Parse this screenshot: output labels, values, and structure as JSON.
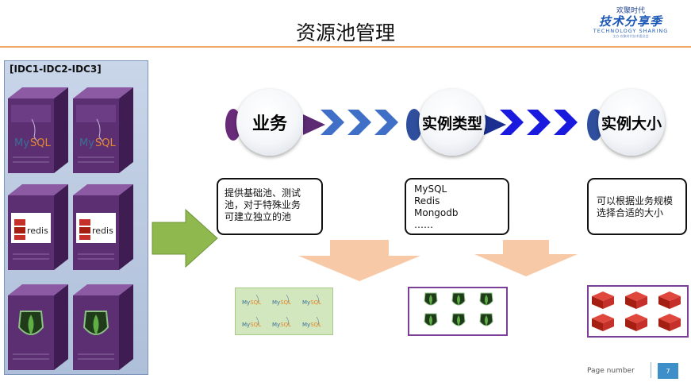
{
  "slide": {
    "title": "资源池管理",
    "page_label": "Page number",
    "page_number": "7"
  },
  "logo": {
    "line1": "欢聚时代",
    "line2": "技术分享季",
    "line3": "TECHNOLOGY SHARING",
    "line4": "主办 欢聚时代技术委员会"
  },
  "pool": {
    "label": "[IDC1-IDC2-IDC3]",
    "servers": [
      "MySQL",
      "MySQL",
      "redis",
      "redis",
      "mongodb",
      "mongodb"
    ]
  },
  "flow": {
    "step1": "业务",
    "step2": "实例类型",
    "step3": "实例大小"
  },
  "desc1": {
    "line1": "提供基础池、测试",
    "line2": "池，对于特殊业务",
    "line3": "可建立独立的池"
  },
  "desc2": {
    "line1": "MySQL",
    "line2": "Redis",
    "line3": "Mongodb",
    "line4": "……"
  },
  "desc3": {
    "line1": "可以根据业务规模",
    "line2": "选择合适的大小"
  },
  "icons": {
    "mysql_label": "MySQL",
    "redis_label": "redis"
  },
  "colors": {
    "accent_orange": "#f0a868",
    "server_purple": "#5c2f73",
    "arrow_green": "#8fb84e",
    "chevron_blue": "#3f6fc6",
    "chevron_navy": "#1a1adf",
    "redis_red": "#c6302b",
    "mongo_green": "#4b9a3a"
  }
}
